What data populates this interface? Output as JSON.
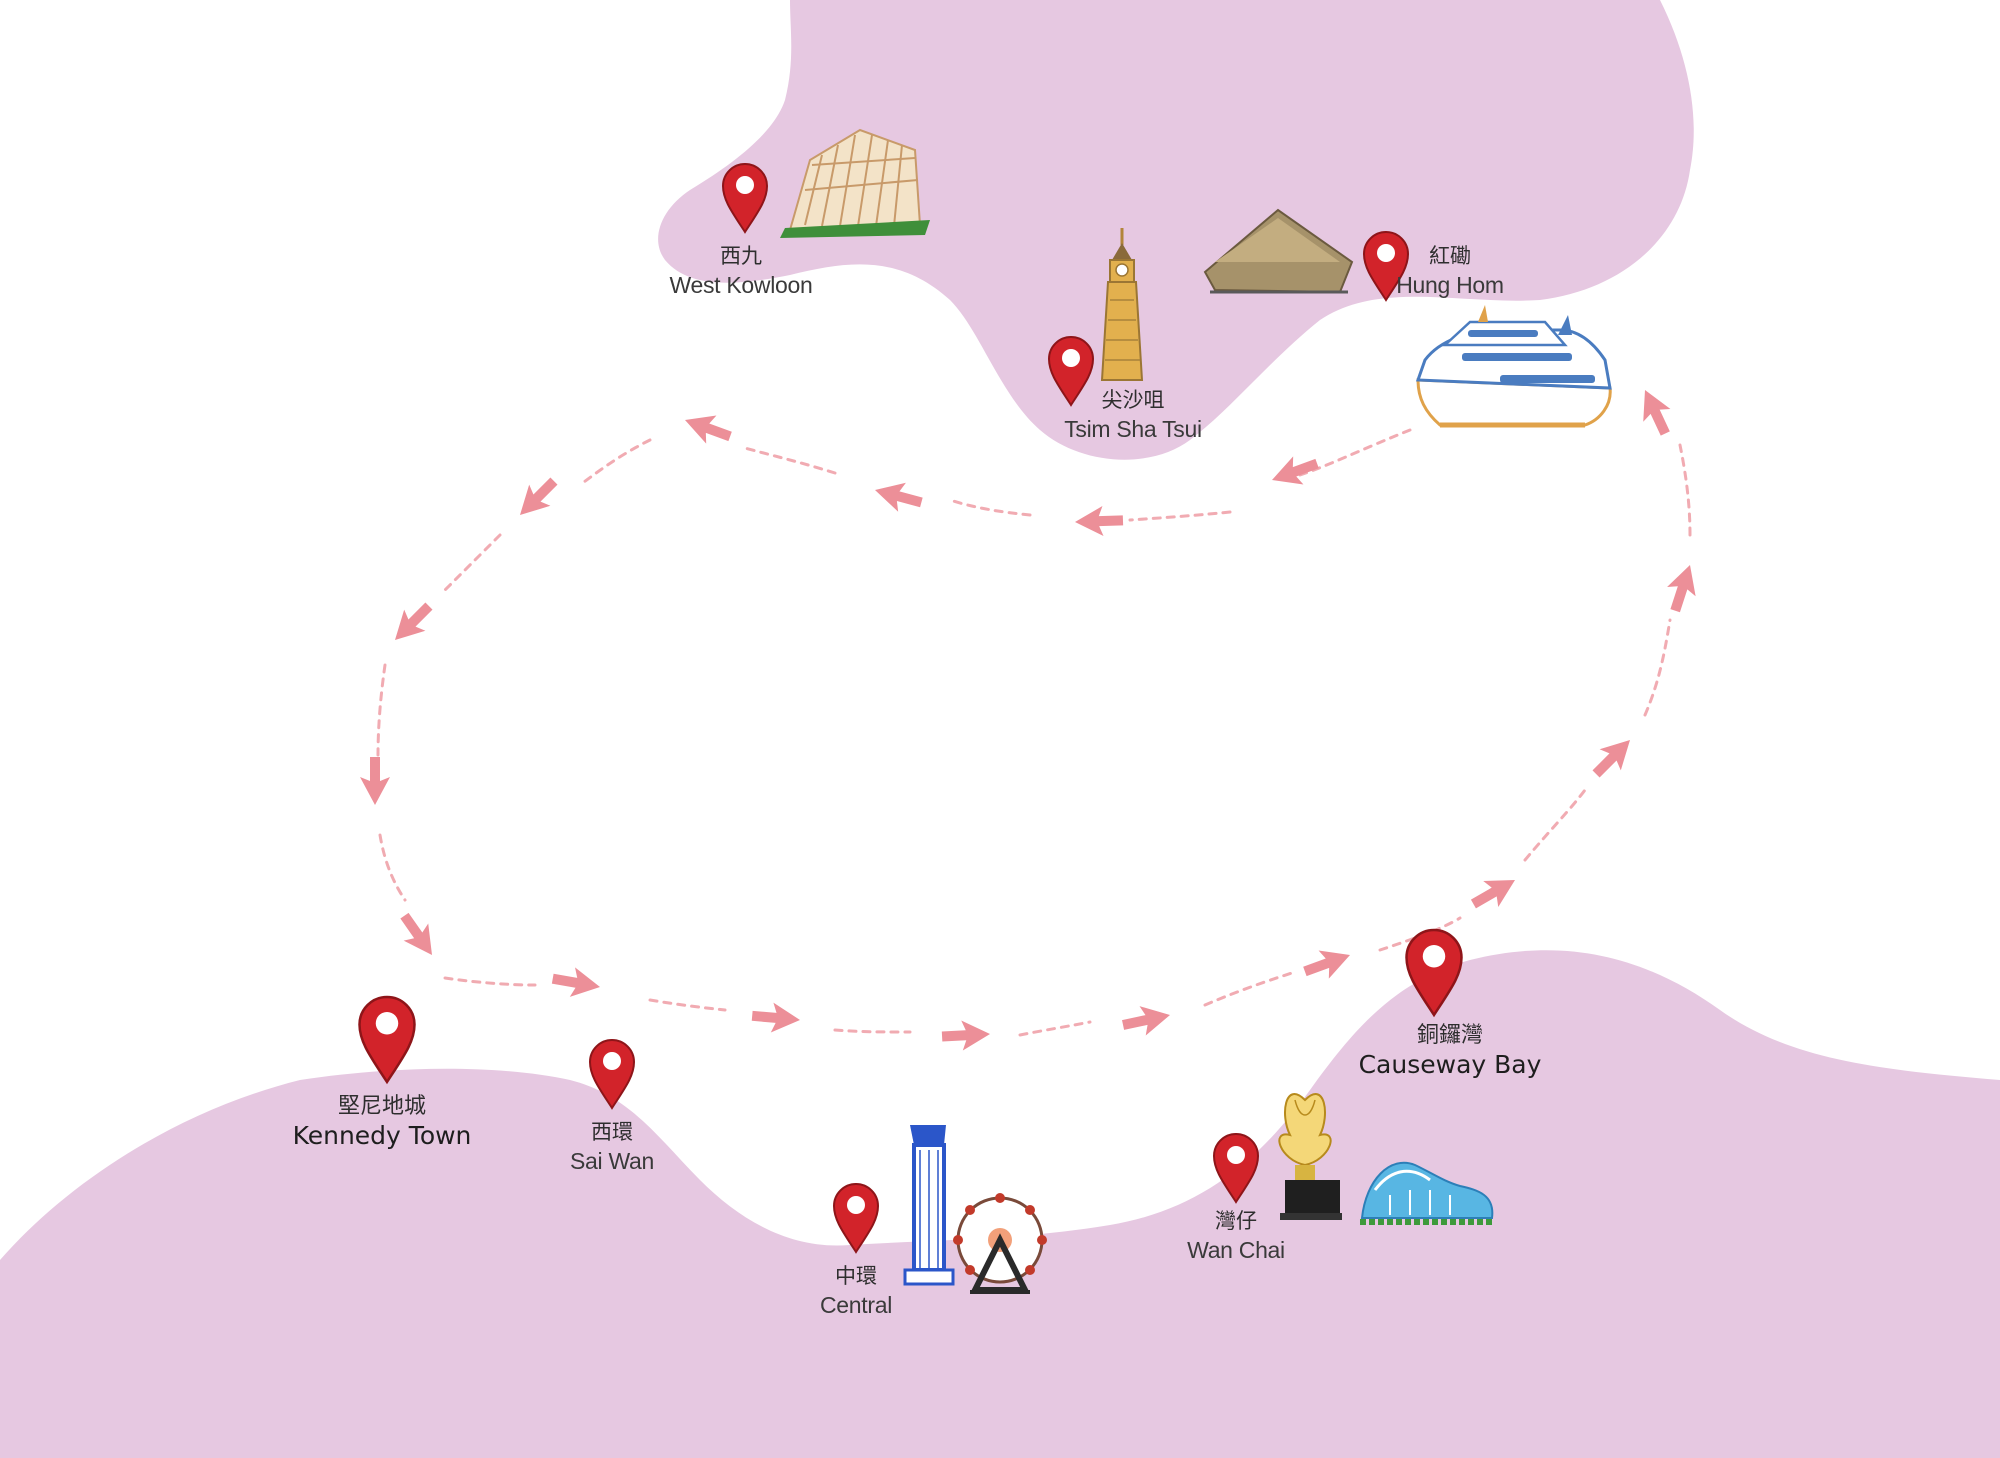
{
  "colors": {
    "land": "#e6c8e1",
    "sea": "#ffffff",
    "pin": "#d2232a",
    "pin_dark": "#8e1519",
    "route": "#ec8f98"
  },
  "icons": {
    "pin": "map-pin-icon",
    "route_arrow": "route-arrow-icon",
    "xiqu_centre": "xiqu-centre-icon",
    "clock_tower": "clock-tower-icon",
    "coliseum": "hung-hom-coliseum-icon",
    "ferry": "ferry-icon",
    "ifc": "ifc-tower-icon",
    "ferris_wheel": "ferris-wheel-icon",
    "golden_bauhinia": "golden-bauhinia-icon",
    "convention_centre": "convention-centre-icon"
  },
  "locations": [
    {
      "id": "west-kowloon",
      "zh": "西九",
      "en": "West Kowloon"
    },
    {
      "id": "tsim-sha-tsui",
      "zh": "尖沙咀",
      "en": "Tsim Sha Tsui"
    },
    {
      "id": "hung-hom",
      "zh": "紅磡",
      "en": "Hung Hom"
    },
    {
      "id": "kennedy-town",
      "zh": "堅尼地城",
      "en": "Kennedy Town"
    },
    {
      "id": "sai-wan",
      "zh": "西環",
      "en": "Sai Wan"
    },
    {
      "id": "central",
      "zh": "中環",
      "en": "Central"
    },
    {
      "id": "wan-chai",
      "zh": "灣仔",
      "en": "Wan Chai"
    },
    {
      "id": "causeway-bay",
      "zh": "銅鑼灣",
      "en": "Causeway Bay"
    }
  ]
}
